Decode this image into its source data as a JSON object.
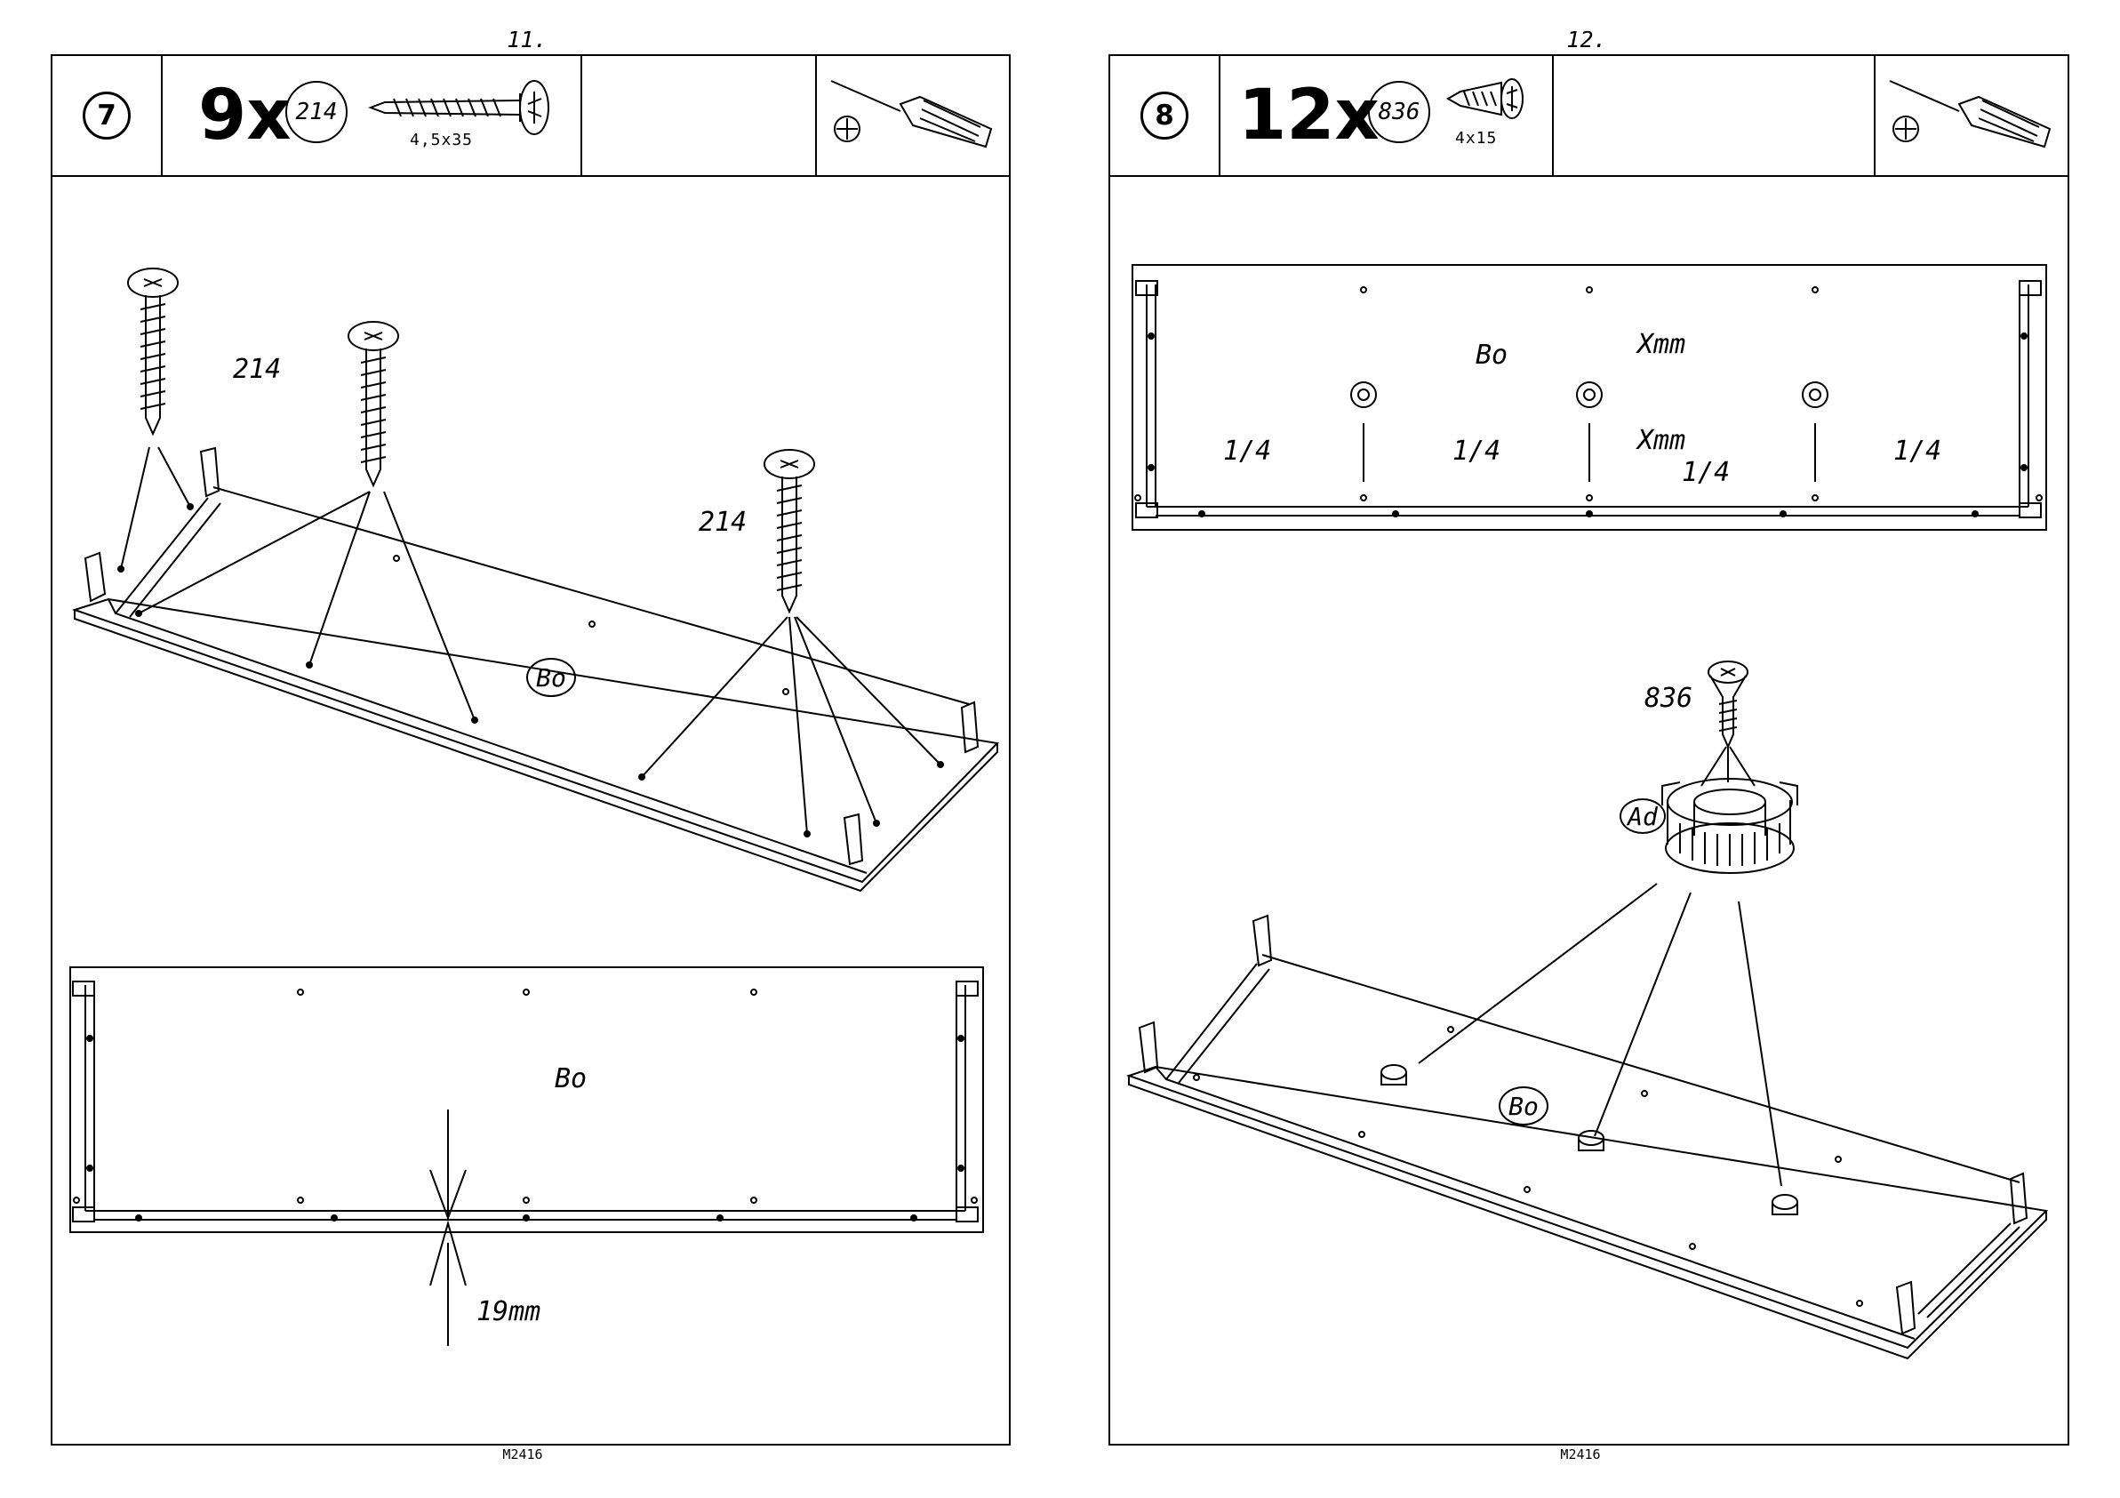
{
  "pages": [
    {
      "page_number": "11.",
      "step": "7",
      "quantity": "9x",
      "part_id": "214",
      "part_size": "4,5x35",
      "tool_icon": "phillips-screwdriver-icon",
      "labels": {
        "screw_a": "214",
        "screw_b": "214",
        "panel_iso": "Bo",
        "panel_top": "Bo",
        "distance": "19mm"
      },
      "doc_code": "M2416"
    },
    {
      "page_number": "12.",
      "step": "8",
      "quantity": "12x",
      "part_id": "836",
      "part_size": "4x15",
      "tool_icon": "phillips-screwdriver-icon",
      "labels": {
        "panel_top": "Bo",
        "xmm_1": "Xmm",
        "xmm_2": "Xmm",
        "q1": "1/4",
        "q2": "1/4",
        "q3": "1/4",
        "q4": "1/4",
        "screw": "836",
        "adjuster": "Ad",
        "panel_iso": "Bo"
      },
      "doc_code": "M2416"
    }
  ]
}
